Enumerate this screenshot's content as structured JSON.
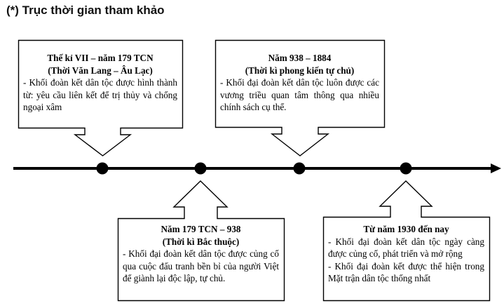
{
  "heading": "(*) Trục thời gian tham khảo",
  "boxes": [
    {
      "title": "Thế kỉ VII – năm 179 TCN",
      "subtitle": "(Thời Văn Lang – Âu Lạc)",
      "text": "- Khối đoàn kết dân tộc được hình thành từ: yêu cầu liên kết để trị thủy và chống ngoại xâm"
    },
    {
      "title": "Năm 179 TCN – 938",
      "subtitle": "(Thời kì Bắc thuộc)",
      "text": "- Khối đại đoàn kết dân tộc được củng cố qua cuộc đấu tranh bền bỉ của người Việt để giành lại độc lập, tự chủ."
    },
    {
      "title": "Năm 938 – 1884",
      "subtitle": "(Thời kì phong kiến tự chủ)",
      "text": "- Khối đại đoàn kết dân tộc luôn được các vương triều quan tâm thông qua nhiều chính sách cụ thể."
    },
    {
      "title": "Từ năm 1930 đến nay",
      "subtitle": "",
      "text": "- Khối đại đoàn kết dân tộc ngày càng được củng cố, phát triển và mở rộng",
      "text2": "- Khối đại đoàn kết được thể hiện trong Mặt trận dân tộc thống nhất"
    }
  ]
}
